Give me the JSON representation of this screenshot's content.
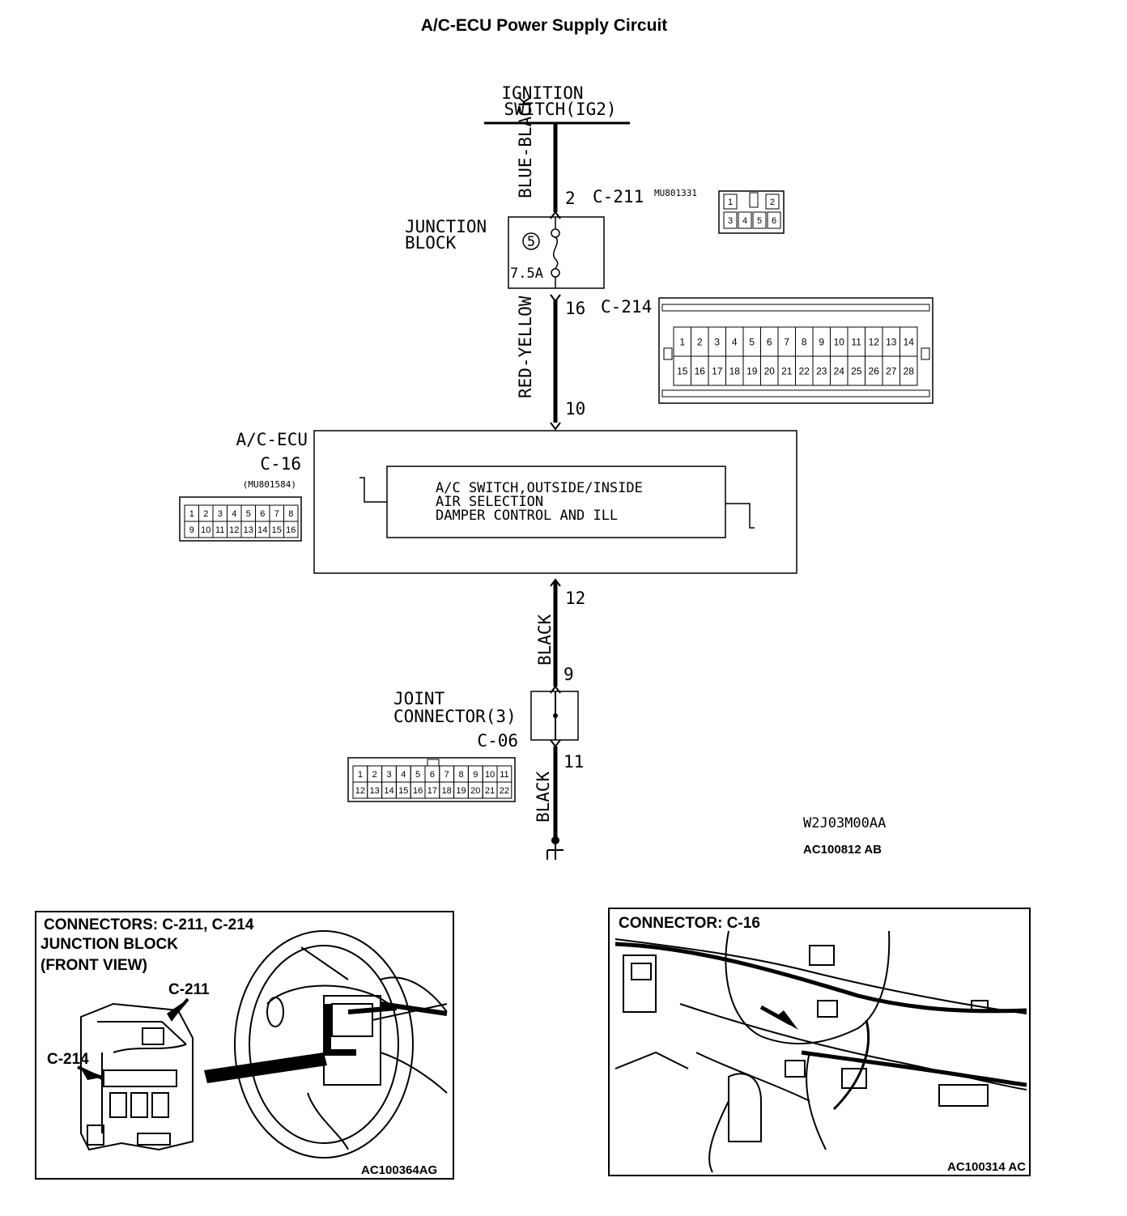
{
  "title": "A/C-ECU Power Supply Circuit",
  "ignition": {
    "line1": "IGNITION",
    "line2": "SWITCH(IG2)"
  },
  "wires": {
    "w1": "BLUE-BLACK",
    "w2": "RED-YELLOW",
    "w3": "BLACK",
    "w4": "BLACK"
  },
  "pins": {
    "p2": "2",
    "p16": "16",
    "p10": "10",
    "p12": "12",
    "p9": "9",
    "p11": "11"
  },
  "connectors": {
    "c211": {
      "label": "C-211",
      "part": "MU801331",
      "pins": [
        "1",
        "2",
        "3",
        "4",
        "5",
        "6"
      ]
    },
    "c214": {
      "label": "C-214",
      "row1": [
        "1",
        "2",
        "3",
        "4",
        "5",
        "6",
        "7",
        "8",
        "9",
        "10",
        "11",
        "12",
        "13",
        "14"
      ],
      "row2": [
        "15",
        "16",
        "17",
        "18",
        "19",
        "20",
        "21",
        "22",
        "23",
        "24",
        "25",
        "26",
        "27",
        "28"
      ]
    },
    "c16": {
      "label": "C-16",
      "part": "(MU801584)",
      "row1": [
        "1",
        "2",
        "3",
        "4",
        "5",
        "6",
        "7",
        "8"
      ],
      "row2": [
        "9",
        "10",
        "11",
        "12",
        "13",
        "14",
        "15",
        "16"
      ]
    },
    "c06": {
      "label": "C-06",
      "row1": [
        "1",
        "2",
        "3",
        "4",
        "5",
        "6",
        "7",
        "8",
        "9",
        "10",
        "11"
      ],
      "row2": [
        "12",
        "13",
        "14",
        "15",
        "16",
        "17",
        "18",
        "19",
        "20",
        "21",
        "22"
      ]
    }
  },
  "junction_block": {
    "line1": "JUNCTION",
    "line2": "BLOCK",
    "fuse_no": "5",
    "fuse_rating": "7.5A"
  },
  "ecu": {
    "name": "A/C-ECU",
    "line1": "A/C SWITCH,OUTSIDE/INSIDE",
    "line2": "AIR SELECTION",
    "line3": "DAMPER CONTROL AND ILL"
  },
  "joint_connector": {
    "line1": "JOINT",
    "line2": "CONNECTOR(3)"
  },
  "codes": {
    "ref1": "W2J03M00AA",
    "ref2": "AC100812 AB"
  },
  "panel_left": {
    "line1": "CONNECTORS: C-211, C-214",
    "line2": "JUNCTION BLOCK",
    "line3": "(FRONT VIEW)",
    "call_c211": "C-211",
    "call_c214": "C-214",
    "code": "AC100364AG"
  },
  "panel_right": {
    "line1": "CONNECTOR: C-16",
    "code": "AC100314 AC"
  }
}
